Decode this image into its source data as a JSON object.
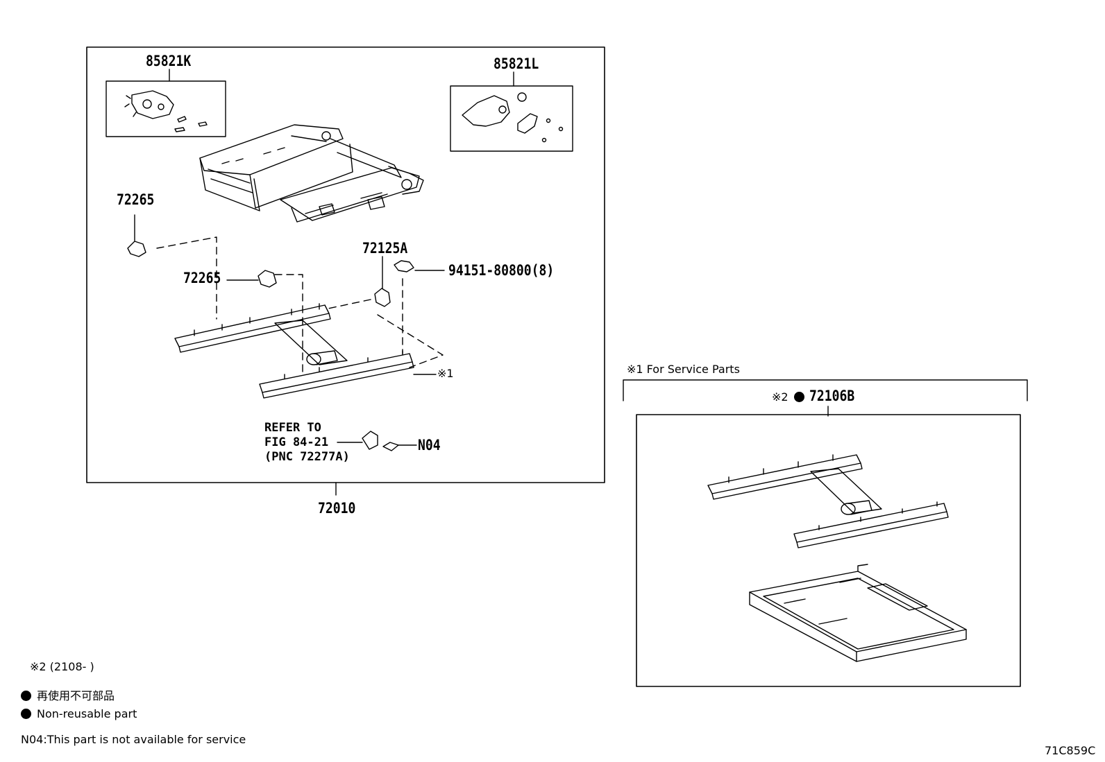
{
  "main_assembly": {
    "part_number": "72010",
    "motor_kit_left": "85821K",
    "motor_kit_right": "85821L",
    "cover_upper": "72265",
    "cover_lower": "72265",
    "cover_right": "72125A",
    "nut": "94151-80800(8)",
    "service_mark": "※1",
    "refer_line1": "REFER TO",
    "refer_line2": "FIG 84-21",
    "refer_line3": "(PNC 72277A)",
    "refer_code": "N04"
  },
  "service_parts": {
    "heading": "※1 For Service Parts",
    "mark": "※2",
    "part_number": "72106B"
  },
  "legend": {
    "date_note": "※2 (2108-      )",
    "non_reusable_jp": "再使用不可部品",
    "non_reusable_en": "Non-reusable part",
    "n04_note": "N04:This part is not available for service"
  },
  "figure_id": "71C859C"
}
